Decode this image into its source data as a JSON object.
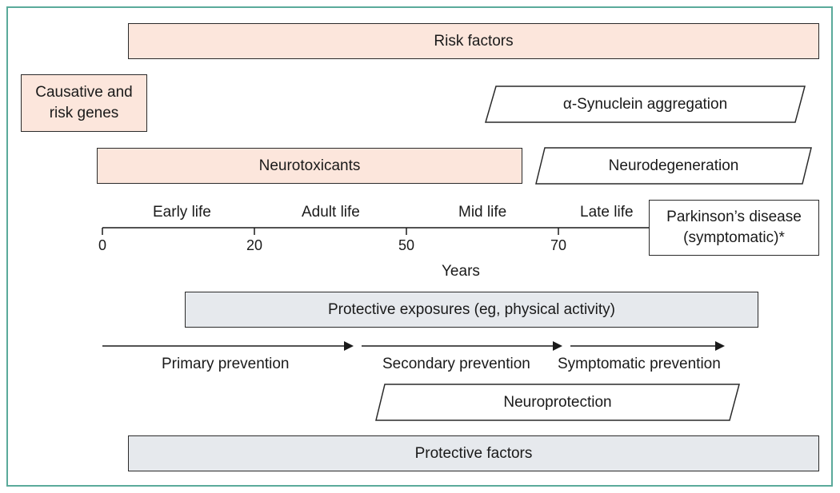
{
  "boxes": {
    "risk_factors": "Risk factors",
    "causative_genes": "Causative and risk genes",
    "synuclein": "α-Synuclein aggregation",
    "neurotoxicants": "Neurotoxicants",
    "neurodegeneration": "Neurodegeneration",
    "parkinsons": "Parkinson’s disease (symptomatic)*",
    "protective_exposures": "Protective exposures (eg, physical activity)",
    "neuroprotection": "Neuroprotection",
    "protective_factors": "Protective factors"
  },
  "timeline": {
    "periods": [
      "Early life",
      "Adult life",
      "Mid life",
      "Late life"
    ],
    "ticks": [
      "0",
      "20",
      "50",
      "70"
    ],
    "axis_label": "Years"
  },
  "prevention": {
    "primary": "Primary prevention",
    "secondary": "Secondary prevention",
    "symptomatic": "Symptomatic prevention"
  },
  "colors": {
    "risk_fill": "#fce6dc",
    "protective_fill": "#e6e9ed",
    "frame": "#5aaa9a"
  }
}
